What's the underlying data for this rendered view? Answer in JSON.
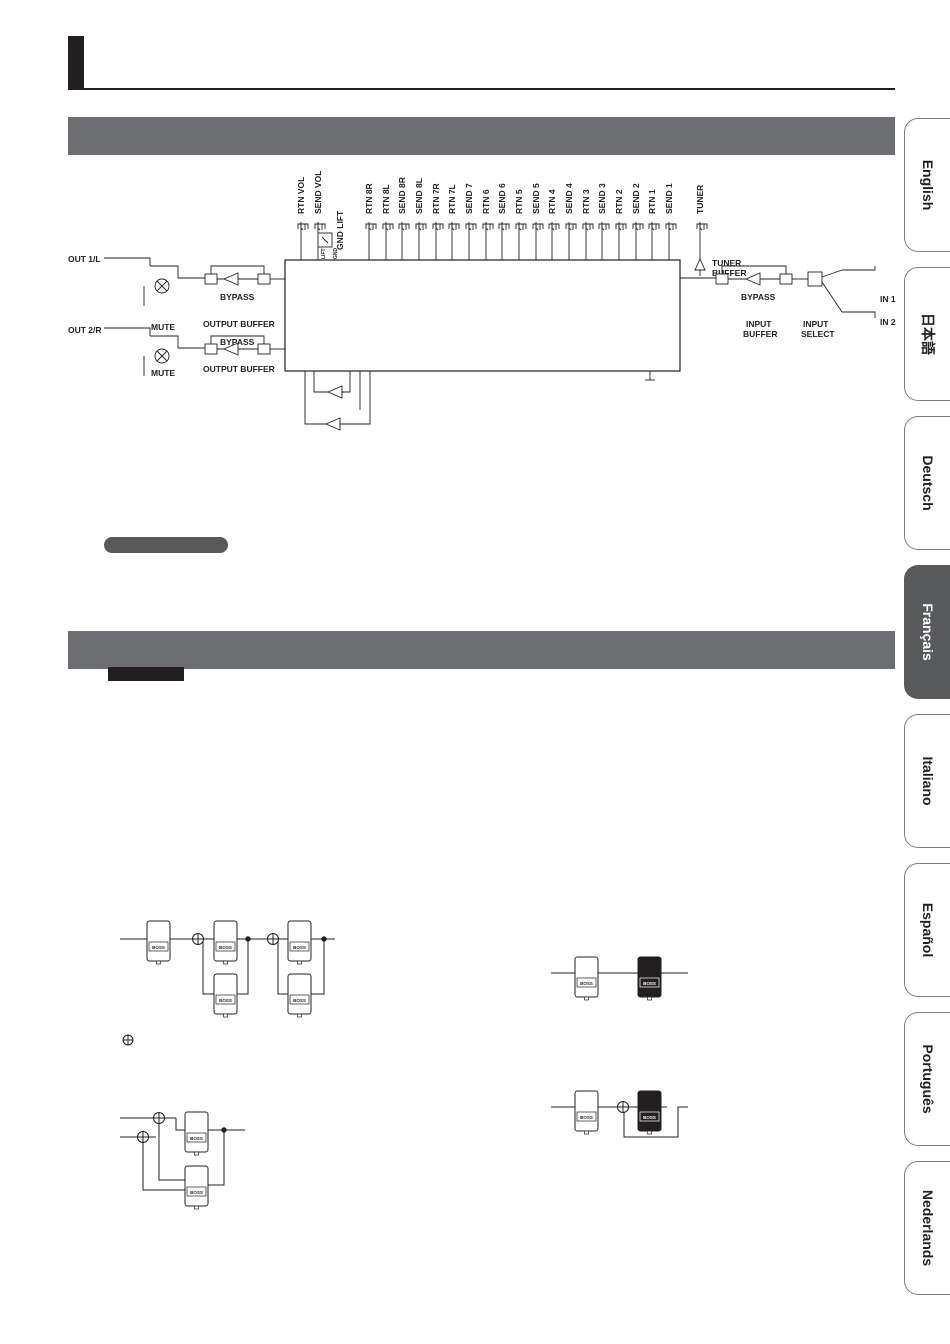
{
  "languages": [
    {
      "label": "English",
      "active": false
    },
    {
      "label": "日本語",
      "active": false
    },
    {
      "label": "Deutsch",
      "active": false
    },
    {
      "label": "Français",
      "active": true
    },
    {
      "label": "Italiano",
      "active": false
    },
    {
      "label": "Español",
      "active": false
    },
    {
      "label": "Português",
      "active": false
    },
    {
      "label": "Nederlands",
      "active": false
    }
  ],
  "block_diagram": {
    "outputs": [
      "OUT 1/L",
      "OUT 2/R"
    ],
    "inputs": [
      "IN 1",
      "IN 2"
    ],
    "mute": "MUTE",
    "bypass": "BYPASS",
    "output_buffer": "OUTPUT BUFFER",
    "input_buffer": [
      "INPUT",
      "BUFFER"
    ],
    "input_select": [
      "INPUT",
      "SELECT"
    ],
    "tuner_buffer": [
      "TUNER",
      "BUFFER"
    ],
    "gnd_lift": "GND LIFT",
    "lift": "LIFT",
    "gnd": "GND",
    "jacks": [
      "RTN VOL",
      "SEND VOL",
      "RTN 8R",
      "RTN 8L",
      "SEND 8R",
      "SEND 8L",
      "RTN 7R",
      "RTN 7L",
      "SEND 7",
      "RTN 6",
      "SEND 6",
      "RTN 5",
      "SEND 5",
      "RTN 4",
      "SEND 4",
      "RTN 3",
      "SEND 3",
      "RTN 2",
      "SEND 2",
      "RTN 1",
      "SEND 1",
      "TUNER"
    ]
  },
  "pedal_brand": "BOSS",
  "colors": {
    "section_bar": "#6d6e71",
    "active_tab": "#58595b",
    "ink": "#231f20"
  }
}
